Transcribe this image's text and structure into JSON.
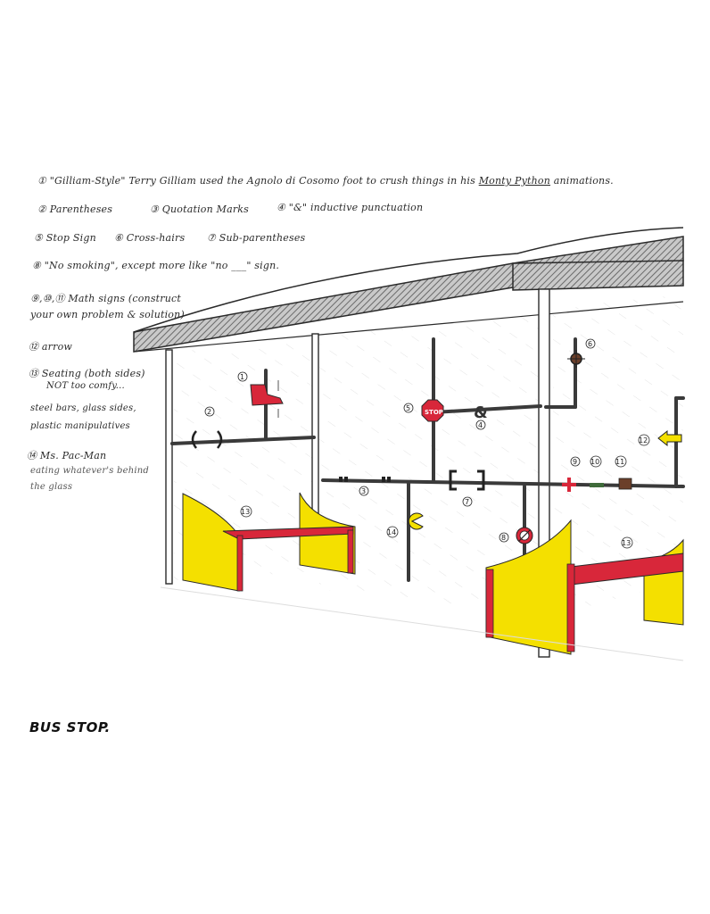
{
  "notes": {
    "n1_num": "①",
    "n1_text_a": "\"Gilliam-Style\" Terry Gilliam used the Agnolo di Cosomo foot to crush things in his",
    "n1_text_b": "Monty Python",
    "n1_text_c": "animations.",
    "n2": "② Parentheses",
    "n3": "③ Quotation Marks",
    "n4": "④ \"&\" inductive punctuation",
    "n5": "⑤ Stop Sign",
    "n6": "⑥ Cross-hairs",
    "n7": "⑦ Sub-parentheses",
    "n8": "⑧ \"No smoking\", except more like \"no ___\" sign.",
    "n9_line1": "⑨,⑩,⑪ Math signs (construct",
    "n9_line2": "your own problem & solution)",
    "n12": "⑫ arrow",
    "n13_line1": "⑬ Seating (both sides)",
    "n13_line2": "NOT too comfy...",
    "n13_line3": "steel bars, glass sides,",
    "n13_line4": "plastic manipulatives",
    "n14_line1": "⑭ Ms. Pac-Man",
    "n14_line2": "eating whatever's behind",
    "n14_line3": "the glass"
  },
  "signature": "BUS STOP.",
  "labels": {
    "l1": "1",
    "l2": "2",
    "l3": "3",
    "l4": "4",
    "l5": "5",
    "l6": "6",
    "l7": "7",
    "l8": "8",
    "l9": "9",
    "l10": "10",
    "l11": "11",
    "l12": "12",
    "l13a": "13",
    "l13b": "13",
    "l14": "14"
  },
  "stop_sign": "STOP",
  "colors": {
    "ink": "#2a2a2a",
    "bench_red": "#d8273a",
    "bench_yellow": "#f4e000",
    "roof_gray": "#a9a9a9",
    "steel": "#444444"
  }
}
